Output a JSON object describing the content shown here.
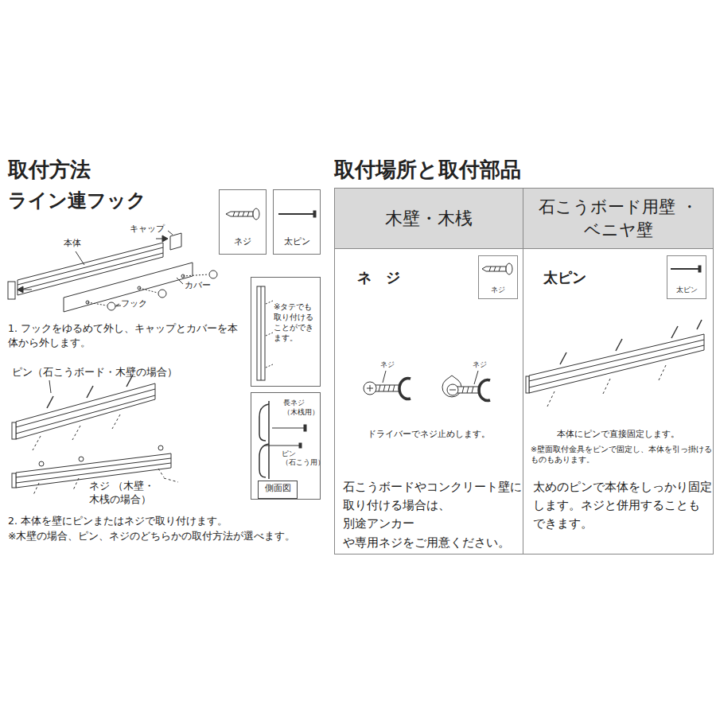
{
  "diagram": {
    "nodes": [
      {
        "text": [
          "ネジ"
        ]
      },
      {
        "text": [
          "太ピン"
        ]
      },
      {
        "text": [
          "※タテでも 取り付ける ことができ ます。"
        ]
      },
      {
        "text": [
          "長ネジ （木桟用）",
          "ピン （石こう用）"
        ]
      },
      {
        "text": [
          "側面図"
        ],
        "in": 3
      },
      {
        "text": [
          "木壁・木桟"
        ]
      },
      {
        "text": [
          "石こうボード用壁 ・ベニヤ壁"
        ]
      },
      {
        "text": [
          "ネ　ジ",
          "ドライバーでネジ止めします。",
          "石こうボードやコンクリート壁に 取り付ける場合は、別途アンカー や専用ネジをご用意ください。"
        ]
      },
      {
        "text": [
          "ネジ"
        ],
        "in": 7
      },
      {
        "text": [
          "太ピン",
          "本体にピンで直接固定します。",
          "※壁面取付金具をピンで固定し、本体を引っ掛ける ものもあります。",
          "太めのピンで本体をしっかり固定 します。ネジと併用することも できます。"
        ]
      },
      {
        "text": [
          "太ピン"
        ],
        "in": 9
      }
    ],
    "labels": [
      "取付方法",
      "取付場所と取付部品",
      "ライン連フック",
      "本体",
      "キャップ",
      "カバー",
      "フック",
      "1. フックをゆるめて外し、キャップとカバーを本 体から外します。",
      "ピン（石こうボード・木壁の場合）",
      "ネジ （木壁・木桟の場合）",
      "2. 本体を壁にピンまたはネジで取り付けます。",
      "※木壁の場合、ピン、ネジのどちらかの取付方法が選べます。",
      "ネジ",
      "ネジ"
    ]
  }
}
